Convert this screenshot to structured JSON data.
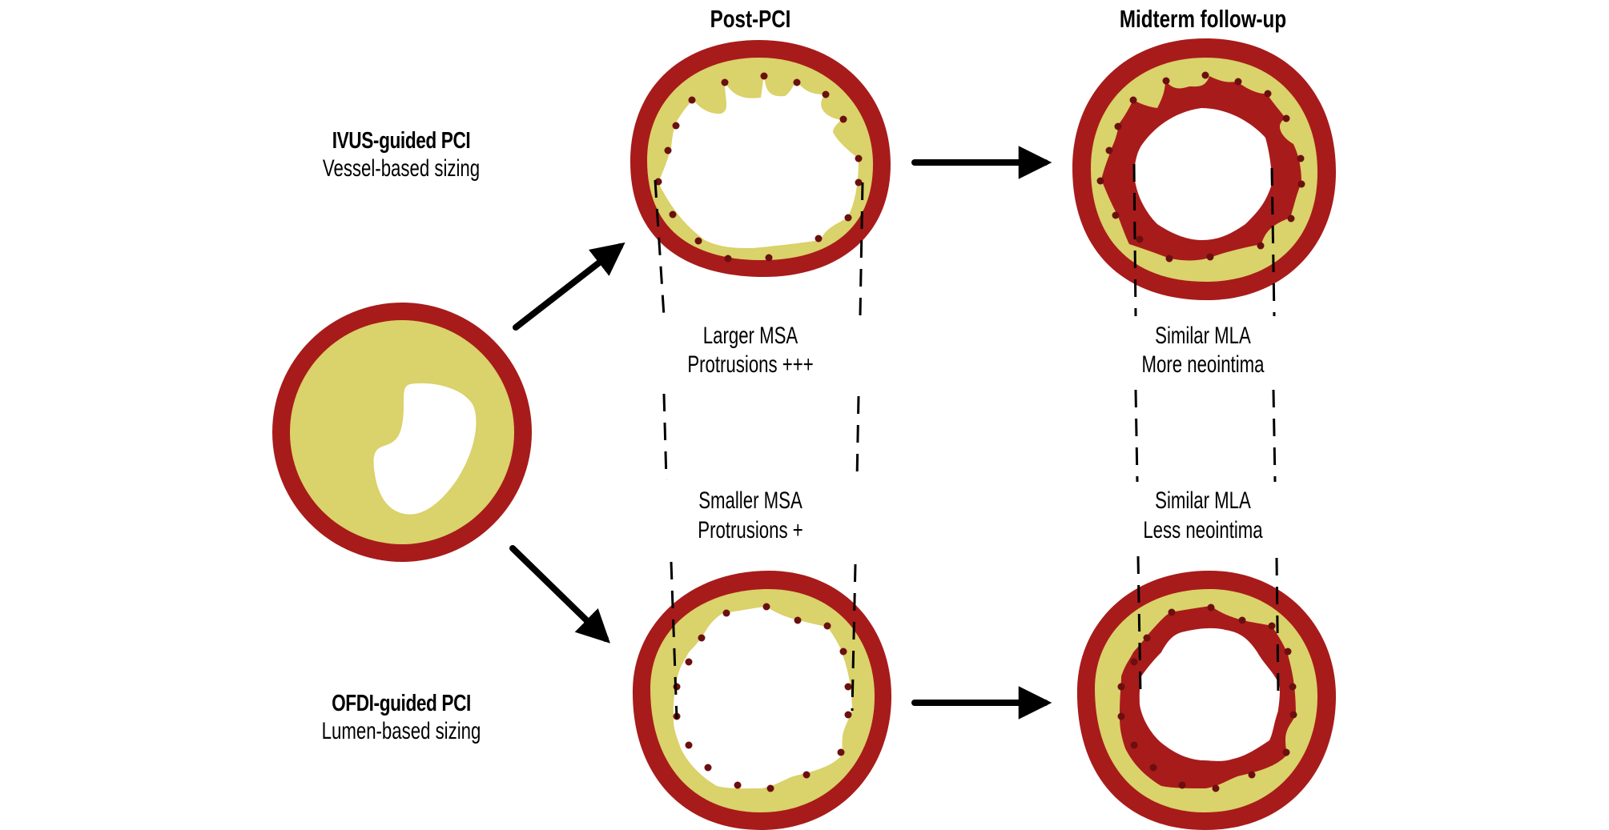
{
  "colors": {
    "adventitia": "#A81B1B",
    "plaque": "#DAD26A",
    "lumen": "#FFFFFF",
    "neointima": "#A81B1B",
    "strut": "#6B0F0F",
    "arrow": "#000000"
  },
  "columns": {
    "post_pci_title": "Post-PCI",
    "followup_title": "Midterm follow-up"
  },
  "arms": {
    "ivus": {
      "title": "IVUS-guided PCI",
      "subtitle": "Vessel-based sizing"
    },
    "ofdi": {
      "title": "OFDI-guided PCI",
      "subtitle": "Lumen-based sizing"
    }
  },
  "findings": {
    "ivus_post": [
      "Larger MSA",
      "Protrusions +++"
    ],
    "ofdi_post": [
      "Smaller MSA",
      "Protrusions +"
    ],
    "ivus_followup": [
      "Similar MLA",
      "More neointima"
    ],
    "ofdi_followup": [
      "Similar MLA",
      "Less neointima"
    ]
  },
  "nodes": [
    {
      "id": "baseline",
      "label": "Baseline vessel with plaque"
    },
    {
      "id": "ivus-post",
      "label": "IVUS post-PCI cross-section",
      "struts": 17
    },
    {
      "id": "ivus-followup",
      "label": "IVUS follow-up cross-section",
      "struts": 17
    },
    {
      "id": "ofdi-post",
      "label": "OFDI post-PCI cross-section",
      "struts": 17
    },
    {
      "id": "ofdi-followup",
      "label": "OFDI follow-up cross-section",
      "struts": 17
    }
  ],
  "edges": [
    {
      "from": "baseline",
      "to": "ivus-post"
    },
    {
      "from": "baseline",
      "to": "ofdi-post"
    },
    {
      "from": "ivus-post",
      "to": "ivus-followup"
    },
    {
      "from": "ofdi-post",
      "to": "ofdi-followup"
    }
  ]
}
